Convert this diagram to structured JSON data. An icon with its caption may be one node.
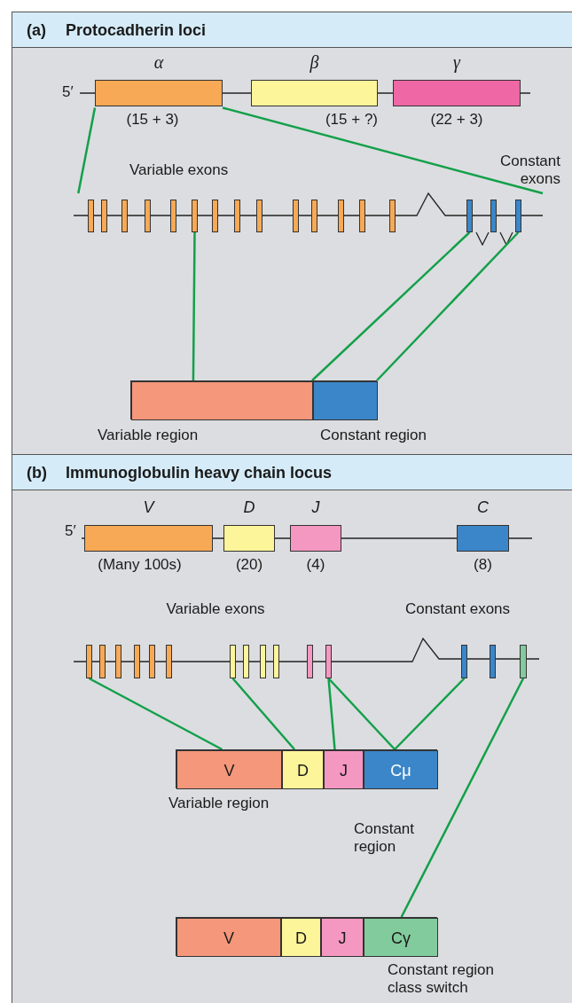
{
  "diagram": {
    "nodes": [
      {
        "text": [
          "(a)",
          "Protocadherin loci"
        ]
      },
      {
        "text": [
          "α"
        ],
        "beside": [
          "(15 + 3)"
        ],
        "in": 0
      },
      {
        "text": [
          "β"
        ],
        "beside": [
          "(15 + ?)"
        ],
        "in": 0
      },
      {
        "text": [
          "γ"
        ],
        "beside": [
          "(22 + 3)"
        ],
        "in": 0
      },
      {
        "text": [],
        "shape": "bar",
        "in": 0
      },
      {
        "text": [],
        "shape": "box",
        "in": 4
      },
      {
        "text": [],
        "shape": "box",
        "in": 4
      },
      {
        "text": [],
        "shape": "box",
        "in": 4
      },
      {
        "text": [],
        "shape": "box",
        "in": 4
      },
      {
        "text": [],
        "shape": "box",
        "in": 4
      },
      {
        "text": [],
        "shape": "box",
        "in": 4
      },
      {
        "text": [],
        "shape": "box",
        "in": 4
      },
      {
        "text": [],
        "shape": "box",
        "in": 4
      },
      {
        "text": [],
        "shape": "box",
        "in": 4
      },
      {
        "text": [],
        "shape": "box",
        "in": 4
      },
      {
        "text": [],
        "shape": "box",
        "in": 4
      },
      {
        "text": [],
        "shape": "box",
        "in": 4
      },
      {
        "text": [],
        "shape": "box",
        "in": 4
      },
      {
        "text": [],
        "shape": "box",
        "in": 4
      },
      {
        "text": [],
        "shape": "box",
        "in": 4
      },
      {
        "text": [],
        "shape": "box",
        "in": 4
      },
      {
        "text": [],
        "shape": "box",
        "in": 4
      },
      {
        "text": [],
        "shape": "bar",
        "in": 0
      },
      {
        "text": [
          "Variable region"
        ],
        "in": 22
      },
      {
        "text": [
          "Constant region"
        ],
        "in": 22
      },
      {
        "text": [
          "(b)",
          "Immunoglobulin heavy chain locus"
        ]
      },
      {
        "text": [
          "V"
        ],
        "beside": [
          "(Many 100s)"
        ],
        "in": 25
      },
      {
        "text": [
          "D"
        ],
        "beside": [
          "(20)"
        ],
        "in": 25
      },
      {
        "text": [
          "J"
        ],
        "beside": [
          "(4)"
        ],
        "in": 25
      },
      {
        "text": [
          "C"
        ],
        "beside": [
          "(8)"
        ],
        "in": 25
      },
      {
        "text": [],
        "shape": "bar",
        "in": 25
      },
      {
        "text": [],
        "shape": "box",
        "in": 30
      },
      {
        "text": [],
        "shape": "box",
        "in": 30
      },
      {
        "text": [],
        "shape": "box",
        "in": 30
      },
      {
        "text": [],
        "shape": "box",
        "in": 30
      },
      {
        "text": [],
        "shape": "box",
        "in": 30
      },
      {
        "text": [],
        "shape": "box",
        "in": 30
      },
      {
        "text": [],
        "shape": "box",
        "in": 30
      },
      {
        "text": [],
        "shape": "box",
        "in": 30
      },
      {
        "text": [],
        "shape": "box",
        "in": 30
      },
      {
        "text": [],
        "shape": "box",
        "in": 30
      },
      {
        "text": [],
        "shape": "box",
        "in": 30
      },
      {
        "text": [],
        "shape": "box",
        "in": 30
      },
      {
        "text": [],
        "shape": "box",
        "in": 30
      },
      {
        "text": [],
        "shape": "box",
        "in": 30
      },
      {
        "text": [],
        "shape": "box",
        "in": 30
      },
      {
        "text": [],
        "shape": "bar",
        "in": 25
      },
      {
        "text": [
          "V"
        ],
        "in": 46
      },
      {
        "text": [
          "D"
        ],
        "in": 46
      },
      {
        "text": [
          "J"
        ],
        "in": 46
      },
      {
        "text": [
          "Cμ"
        ],
        "in": 46
      },
      {
        "text": [],
        "shape": "bar",
        "in": 25
      },
      {
        "text": [
          "V"
        ],
        "in": 51
      },
      {
        "text": [
          "D"
        ],
        "in": 51
      },
      {
        "text": [
          "J"
        ],
        "in": 51
      },
      {
        "text": [
          "Cγ"
        ],
        "in": 51
      }
    ],
    "edges": [
      {
        "from": 1,
        "to": 4,
        "arrow": "none"
      },
      {
        "from": 1,
        "to": 4,
        "arrow": "none"
      },
      {
        "from": 10,
        "to": 23,
        "arrow": "none"
      },
      {
        "from": 19,
        "to": 24,
        "arrow": "none"
      },
      {
        "from": 21,
        "to": 24,
        "arrow": "none"
      },
      {
        "from": 31,
        "to": 47,
        "arrow": "none"
      },
      {
        "from": 37,
        "to": 48,
        "arrow": "none"
      },
      {
        "from": 42,
        "to": 49,
        "arrow": "none"
      },
      {
        "from": 42,
        "to": 50,
        "arrow": "none"
      },
      {
        "from": 43,
        "to": 50,
        "arrow": "none"
      },
      {
        "from": 45,
        "to": 55,
        "arrow": "none"
      }
    ],
    "labels": [
      "5′",
      "Variable exons",
      "Constant exons",
      "5′",
      "Variable exons",
      "Constant exons",
      "Variable region",
      "Constant region",
      "Constant region class switch"
    ]
  }
}
